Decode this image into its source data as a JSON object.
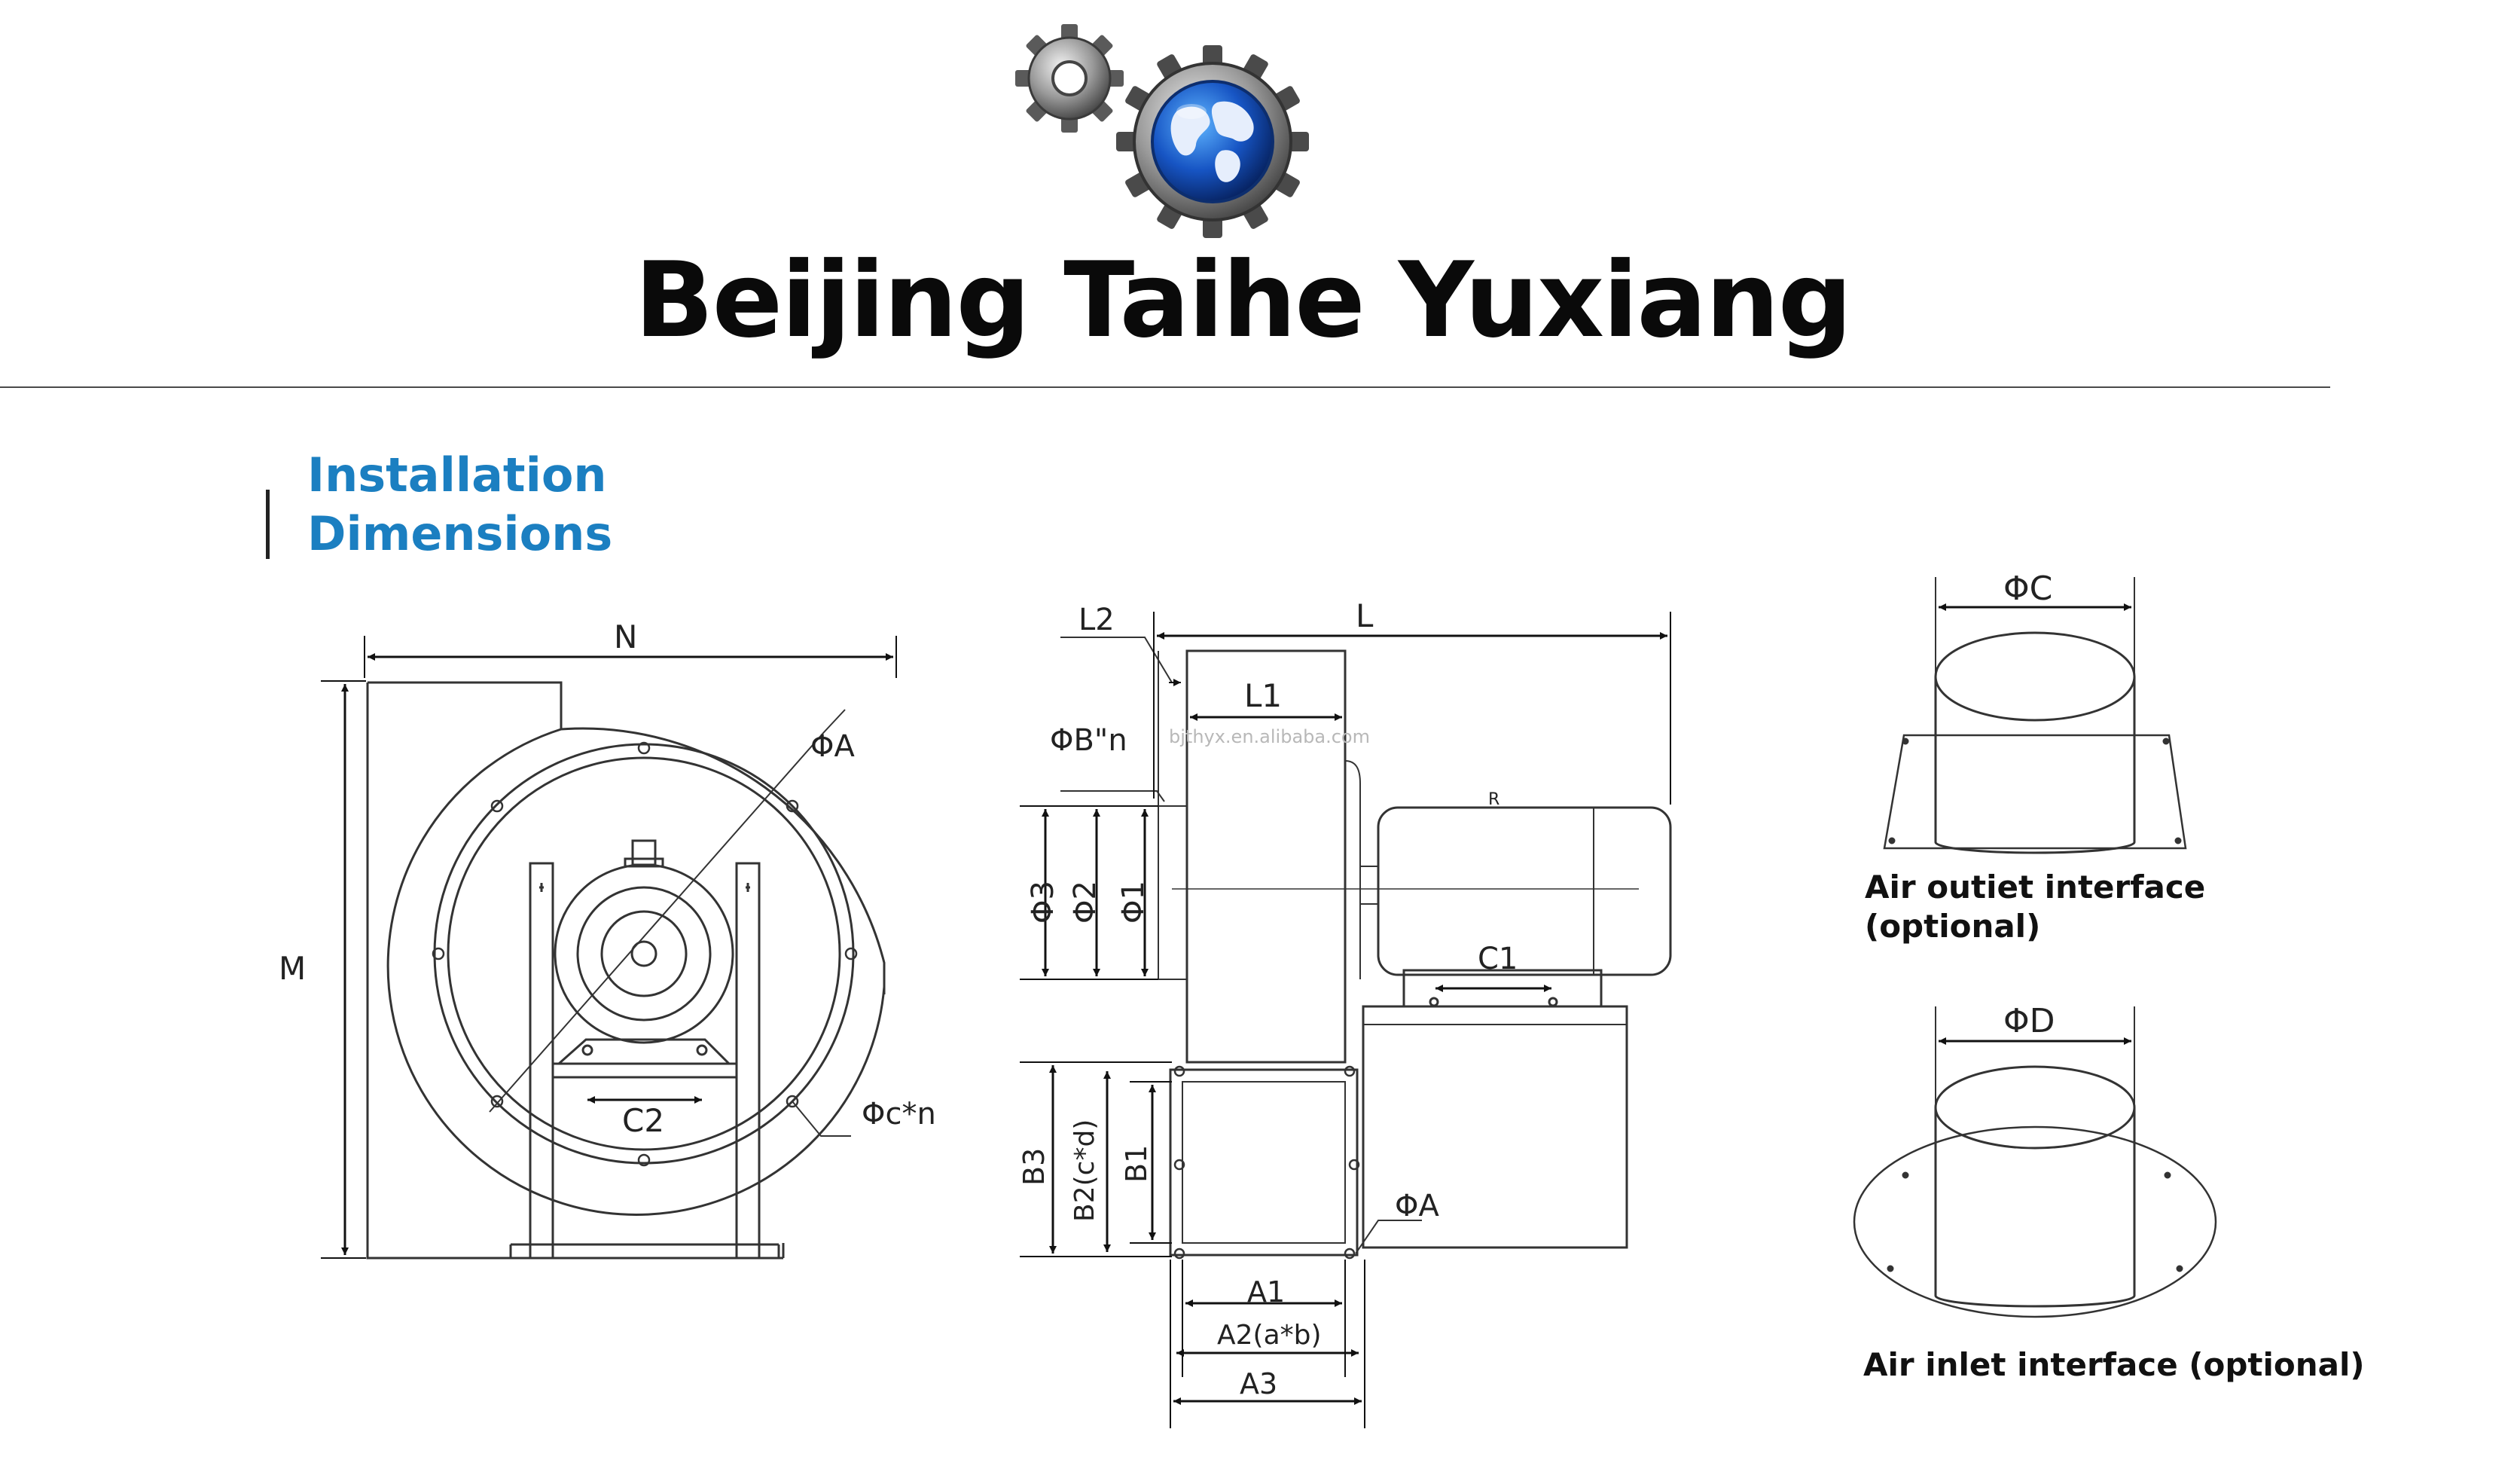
{
  "header": {
    "company_name": "Beijing Taihe Yuxiang"
  },
  "section": {
    "title_line1": "Installation",
    "title_line2": "Dimensions"
  },
  "front_view": {
    "labels": {
      "N": "N",
      "M": "M",
      "phiA": "ΦA",
      "phic_n": "Φc*n",
      "C2": "C2"
    }
  },
  "side_view": {
    "watermark": "bjthyx.en.alibaba.com",
    "labels": {
      "L": "L",
      "L1": "L1",
      "L2": "L2",
      "phiB_n": "ΦB\"n",
      "phi1": "Φ1",
      "phi2": "Φ2",
      "phi3": "Φ3",
      "C1": "C1",
      "R": "R",
      "B1": "B1",
      "B2": "B2(c*d)",
      "B3": "B3",
      "A1": "A1",
      "A2": "A2(a*b)",
      "A3": "A3",
      "phiA": "ΦA"
    }
  },
  "outlet_interface": {
    "label": "ΦC",
    "caption_line1": "Air outiet interface",
    "caption_line2": "(optional)"
  },
  "inlet_interface": {
    "label": "ΦD",
    "caption": "Air inlet interface (optional)"
  },
  "colors": {
    "brand_blue": "#1b7fc1",
    "line": "#333333",
    "text": "#0a0a0a"
  }
}
